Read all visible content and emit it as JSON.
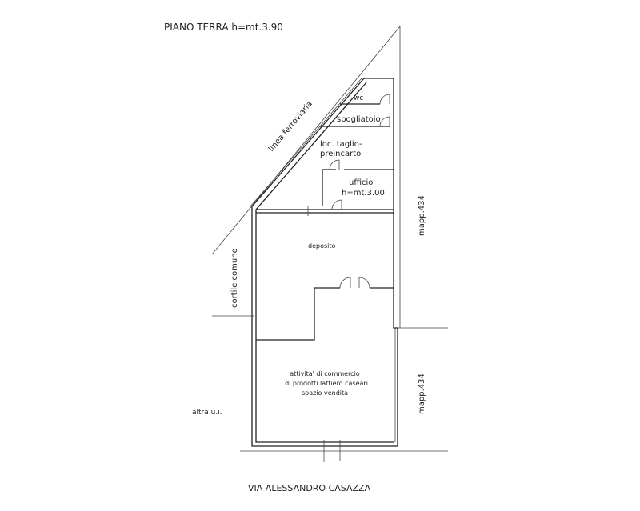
{
  "title": "PIANO TERRA  h=mt.3.90",
  "railway_label": "linea ferroviaria",
  "courtyard_label": "cortile comune",
  "parcel_top_label": "mapp.434",
  "parcel_bottom_label": "mapp.434",
  "other_unit_label": "altra u.i.",
  "street_label": "VIA ALESSANDRO CASAZZA",
  "rooms": {
    "wc": "wc",
    "changing_room": "spogliatoio",
    "cutting_room_line1": "loc. taglio-",
    "cutting_room_line2": "preincarto",
    "office": "ufficio",
    "office_height": "h=mt.3.00",
    "storage": "deposito",
    "shop_line1": "attivita' di commercio",
    "shop_line2": "di prodotti lattiero caseari",
    "shop_line3": "spazio vendita"
  }
}
